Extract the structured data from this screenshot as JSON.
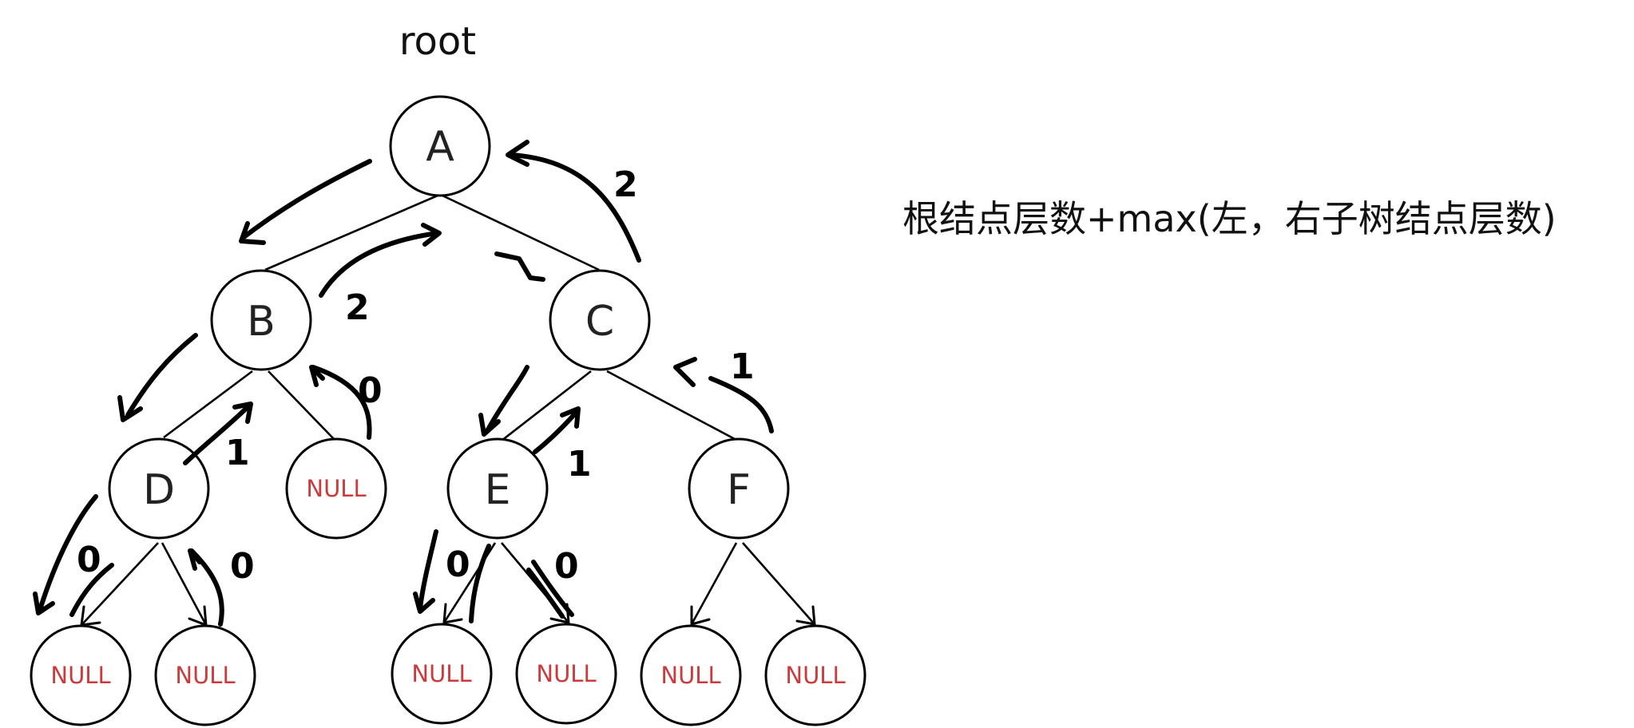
{
  "root_label": "root",
  "formula": "根结点层数+max(左，右子树结点层数)",
  "nodes": {
    "A": "A",
    "B": "B",
    "C": "C",
    "D": "D",
    "E": "E",
    "F": "F"
  },
  "null_label": "NULL",
  "annotations": {
    "a_from_c": "2",
    "b_to_a": "2",
    "null_to_b": "0",
    "d_to_b": "1",
    "e_to_c": "1",
    "f_to_c": "1",
    "null_to_d_left": "0",
    "null_to_d_right": "0",
    "null_to_e_left": "0",
    "null_to_e_right": "0"
  }
}
